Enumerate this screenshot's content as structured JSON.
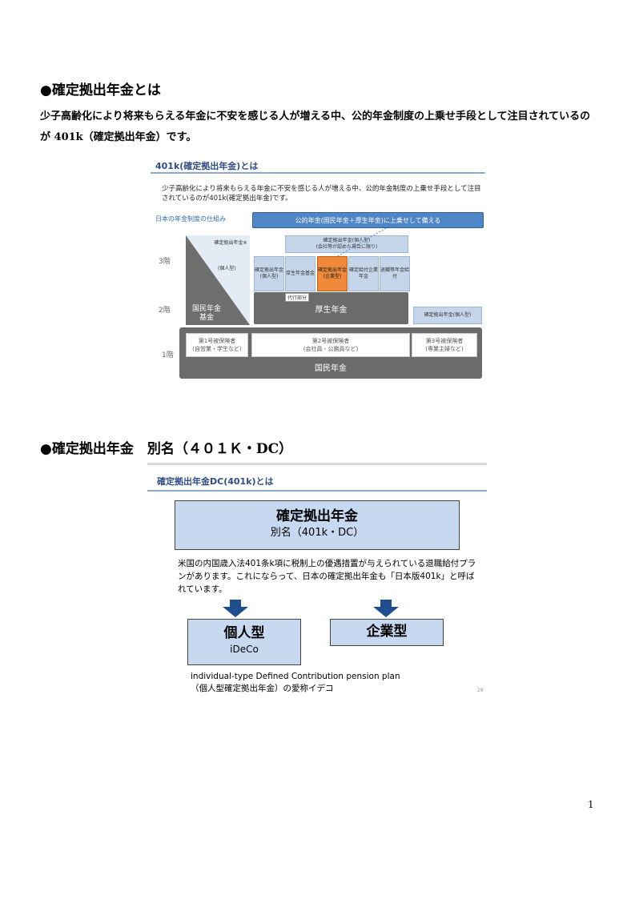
{
  "section1": {
    "heading": "●確定拠出年金とは",
    "paragraph": "少子高齢化により将来もらえる年金に不安を感じる人が増える中、公的年金制度の上乗せ手段として注目されているのが 401k（確定拠出年金）です。"
  },
  "figure1": {
    "title": "401k(確定拠出年金)とは",
    "intro": "少子高齢化により将来もらえる年金に不安を感じる人が増える中、公的年金制度の上乗せ手段として注目されているのが401k(確定拠出年金)です。",
    "system_label": "日本の年金制度の仕組み",
    "public_banner": "公的年金(国民年金＋厚生年金)に上乗せして備える",
    "floors": {
      "f3": "3階",
      "f2": "2階",
      "f1": "1階"
    },
    "triangle_top": "確定拠出年金※",
    "triangle_sub": "(個人型)",
    "triangle_bottom": "国民年金基金",
    "dc_individual_company": "確定拠出年金(個人型)",
    "dc_individual_company_note": "(会社等が認めた場合に限り)",
    "tier3_boxes": [
      {
        "label": "確定拠出年金(個人型)"
      },
      {
        "label": "厚生年金基金"
      },
      {
        "label": "確定拠出年金(企業型)"
      },
      {
        "label": "確定給付企業年金"
      },
      {
        "label": "退職等年金給付"
      }
    ],
    "substitute": "代行部分",
    "kosei": "厚生年金",
    "dc_individual_type3": "確定拠出年金(個人型)",
    "kokumin": "国民年金",
    "insured": [
      {
        "name": "第1号被保険者",
        "desc": "(自営業・学生など)"
      },
      {
        "name": "第2号被保険者",
        "desc": "(会社員・公務員など)"
      },
      {
        "name": "第3号被保険者",
        "desc": "(専業主婦など)"
      }
    ]
  },
  "section2": {
    "heading": "●確定拠出年金　別名（４０１Ｋ・DC）"
  },
  "figure2": {
    "title": "確定拠出年金DC(401k)とは",
    "main_title": "確定拠出年金",
    "main_sub": "別名（401k・DC）",
    "desc": "米国の内国歳入法401条k項に税制上の優遇措置が与えられている退職給付プランがあります。これにならって、日本の確定拠出年金も「日本版401k」と呼ばれています。",
    "individual": "個人型",
    "ideco": "iDeCo",
    "corporate": "企業型",
    "note_line1": "individual-type Defined Contribution pension plan",
    "note_line2": "（個人型確定拠出年金）の愛称イデコ",
    "slide_no": "28"
  },
  "page_number": "1"
}
